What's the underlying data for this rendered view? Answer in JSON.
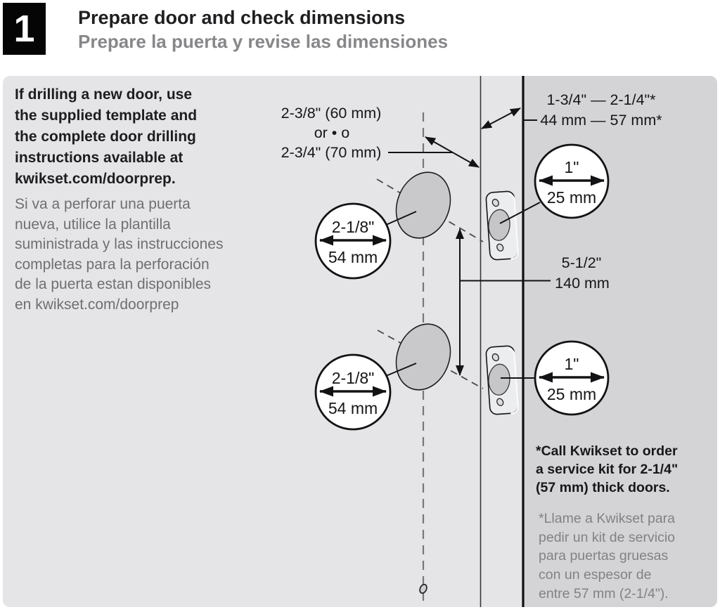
{
  "step": {
    "number": "1",
    "title_en": "Prepare door and check dimensions",
    "title_es": "Prepare la puerta y revise las dimensiones"
  },
  "intro": {
    "en_lines": [
      "If drilling a new door, use",
      "the supplied template and",
      "the complete door drilling",
      "instructions available at",
      "kwikset.com/doorprep."
    ],
    "es_lines": [
      "Si va a perforar una puerta",
      "nueva, utilice la plantilla",
      "suministrada y las instrucciones",
      "completas para la perforación",
      "de la puerta estan disponibles",
      "en kwikset.com/doorprep"
    ]
  },
  "diagram": {
    "bore_options": [
      "2-3/8\" (60 mm)",
      "or • o",
      "2-3/4\" (70 mm)"
    ],
    "door_thickness": [
      "1-3/4\" — 2-1/4\"*",
      "44 mm — 57 mm*"
    ],
    "bore_top": {
      "inch": "2-1/8\"",
      "mm": "54 mm"
    },
    "bore_bottom": {
      "inch": "2-1/8\"",
      "mm": "54 mm"
    },
    "edge_bore_top": {
      "inch": "1\"",
      "mm": "25 mm"
    },
    "edge_bore_bottom": {
      "inch": "1\"",
      "mm": "25 mm"
    },
    "spacing": {
      "inch": "5-1/2\"",
      "mm": "140 mm"
    }
  },
  "footnote": {
    "en_lines": [
      "*Call Kwikset to order",
      "a service kit for 2-1/4\"",
      "(57 mm) thick doors."
    ],
    "es_lines": [
      "*Llame a Kwikset para",
      "pedir un kit de servicio",
      "para puertas gruesas",
      "con un espesor de",
      "entre 57 mm (2-1/4\")."
    ]
  },
  "colors": {
    "panel": "#e5e5e7",
    "panel_right": "#d4d4d6",
    "step_box": "#050505",
    "title": "#1f1f21",
    "subtitle": "#87878a",
    "muted_text": "#6f6f72",
    "hole_fill": "#c9c9cb"
  }
}
